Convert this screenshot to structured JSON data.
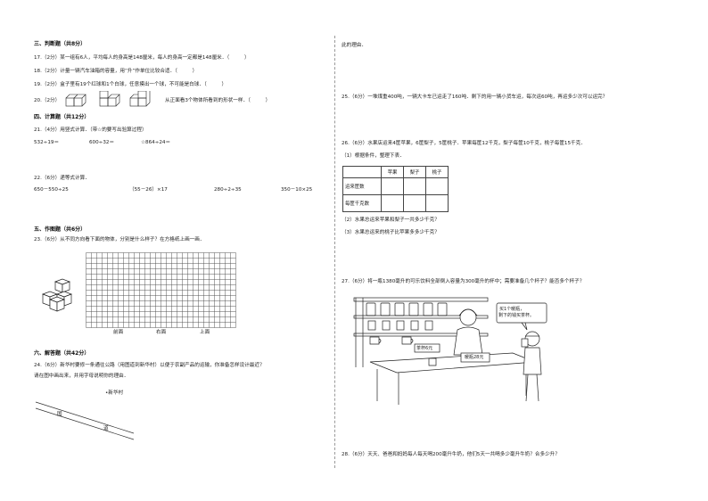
{
  "left": {
    "s3": "三、判断题（共8分）",
    "q17": "17.（2分）某一组有6人，平均每人的身高是148厘米，每人的身高一定都是148厘米．（　　　）",
    "q18": "18.（2分）计量一辆汽车油箱的容量，用“升”作单位比较合适．（　　　）",
    "q19": "19.（2分）盒子里有19个红球和1个白球，任意摸出一个球，不可能是白球．（　　　）",
    "q20_num": "20.（2分）",
    "q20_text": "从正面看3个物体所看到的形状一样．（　　　）",
    "s4": "四、计算题（共12分）",
    "q21": "21.（4分）用竖式计算．（带☆的要写出验算过程）",
    "c1": "532÷19＝",
    "c2": "600÷32＝",
    "c3": "☆864÷24＝",
    "q22": "22.（6分）递等式计算．",
    "e1": "650－550÷25",
    "e2": "（55－26）×17",
    "e3": "280÷2÷35",
    "e4": "350－10×25",
    "s5": "五、作图题（共6分）",
    "q23": "23.（6分）从不同方向看下面的物体，分别是什么样子？在方格纸上画一画．",
    "front": "前面",
    "right": "右面",
    "top": "上面",
    "s6": "六、解答题（共42分）",
    "q24a": "24.（6分）新华村要修一条通往公路（用图道到新华村）以便于农副产品的运输，你准备怎样设计最近？",
    "q24b": "请在图中画出来，并用字母说明你的理由．",
    "village": "•新华村",
    "road1": "国",
    "road2": "道"
  },
  "right": {
    "cont": "此的理由．",
    "q25": "25.（6分）一堆煤重400吨，一辆大卡车已运走了160吨．剩下的用一辆小货车运，每次运60吨，再运多少次可以运完？",
    "q26": "26.（6分）水果店运来4筐苹果，6筐梨子，5筐桃子．苹果每筐12千克，梨子每筐10千克，桃子每筐15千克．",
    "q26_1": "（1）根据条件，整理下表．",
    "headers": [
      "",
      "苹果",
      "梨子",
      "桃子"
    ],
    "row1": "运来筐数",
    "row2": "每筐千克数",
    "q26_2": "（2）水果总运来苹果和梨子一共多少千克？",
    "q26_3": "（3）水果总运来的桃子比苹果多多少千克？",
    "q27": "27.（6分）将一瓶1380毫升的可乐饮料全部倒入容量为300毫升的杯中；需要准备几个杯子？能否多个杯子？",
    "bubble1": "买1个暖瓶，",
    "bubble2": "剩下的钱买茶杯。",
    "tag_cup": "茶杯6元",
    "tag_flask": "暖瓶28元",
    "q28": "28.（6分）天天、爸爸和妈妈每人每天喝200毫升牛奶，他们5天一共喝多少毫升牛奶？合多少升？"
  }
}
